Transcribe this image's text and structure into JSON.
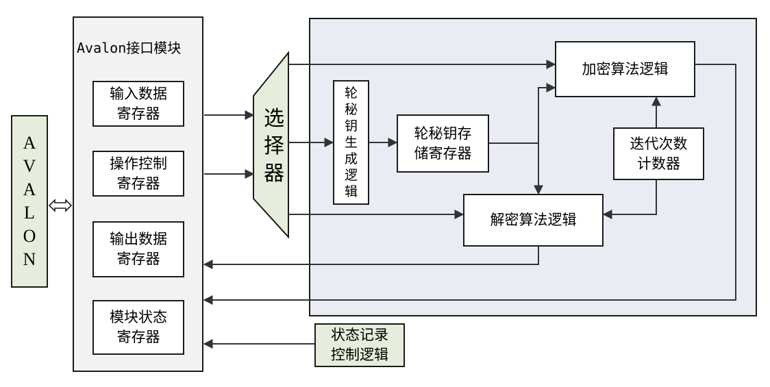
{
  "avalon_bus": {
    "label": "AVALON"
  },
  "interface_panel": {
    "title": "Avalon接口模块",
    "registers": [
      {
        "id": "input",
        "label": "输入数据\n寄存器"
      },
      {
        "id": "control",
        "label": "操作控制\n寄存器"
      },
      {
        "id": "output",
        "label": "输出数据\n寄存器"
      },
      {
        "id": "status",
        "label": "模块状态\n寄存器"
      }
    ]
  },
  "selector": {
    "label": "选\n择\n器"
  },
  "core": {
    "key_gen": {
      "label": "轮\n秘\n钥\n生\n成\n逻\n辑"
    },
    "key_store": {
      "label": "轮秘钥存\n储寄存器"
    },
    "encrypt": {
      "label": "加密算法逻辑"
    },
    "decrypt": {
      "label": "解密算法逻辑"
    },
    "counter": {
      "label": "迭代次数\n计数器"
    }
  },
  "status_logic": {
    "label": "状态记录\n控制逻辑"
  },
  "colors": {
    "green_fill": "#e6eddc",
    "core_panel_fill": "#e9edf3",
    "interface_panel_fill": "#f2f2f2",
    "line": "#333333"
  }
}
